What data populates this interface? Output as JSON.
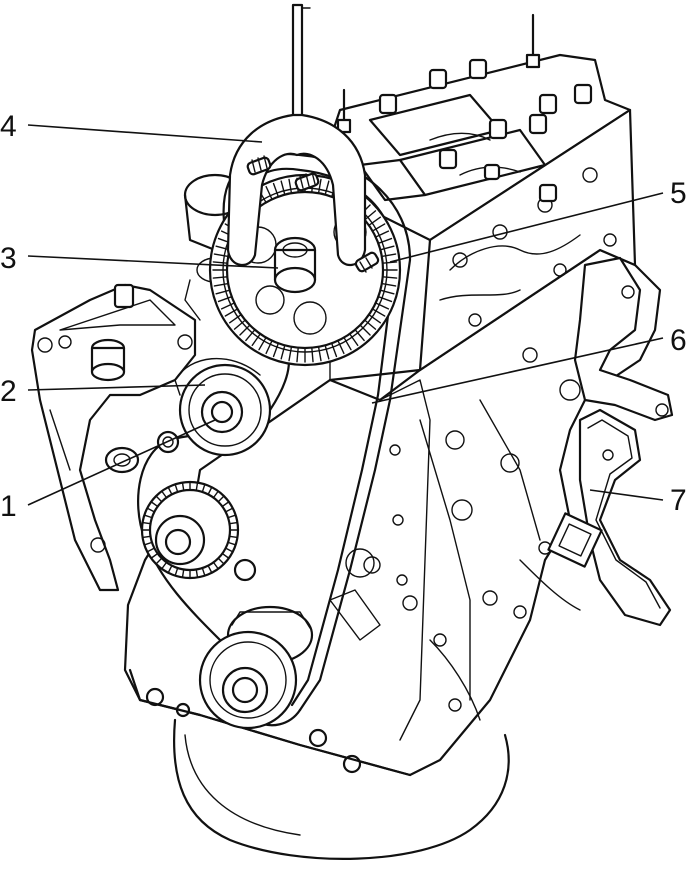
{
  "figure": {
    "colors": {
      "ink": "#111111",
      "paper": "#ffffff"
    },
    "callouts": [
      {
        "id": "1",
        "label": "1"
      },
      {
        "id": "2",
        "label": "2"
      },
      {
        "id": "3",
        "label": "3"
      },
      {
        "id": "4",
        "label": "4"
      },
      {
        "id": "5",
        "label": "5"
      },
      {
        "id": "6",
        "label": "6"
      },
      {
        "id": "7",
        "label": "7"
      }
    ]
  }
}
